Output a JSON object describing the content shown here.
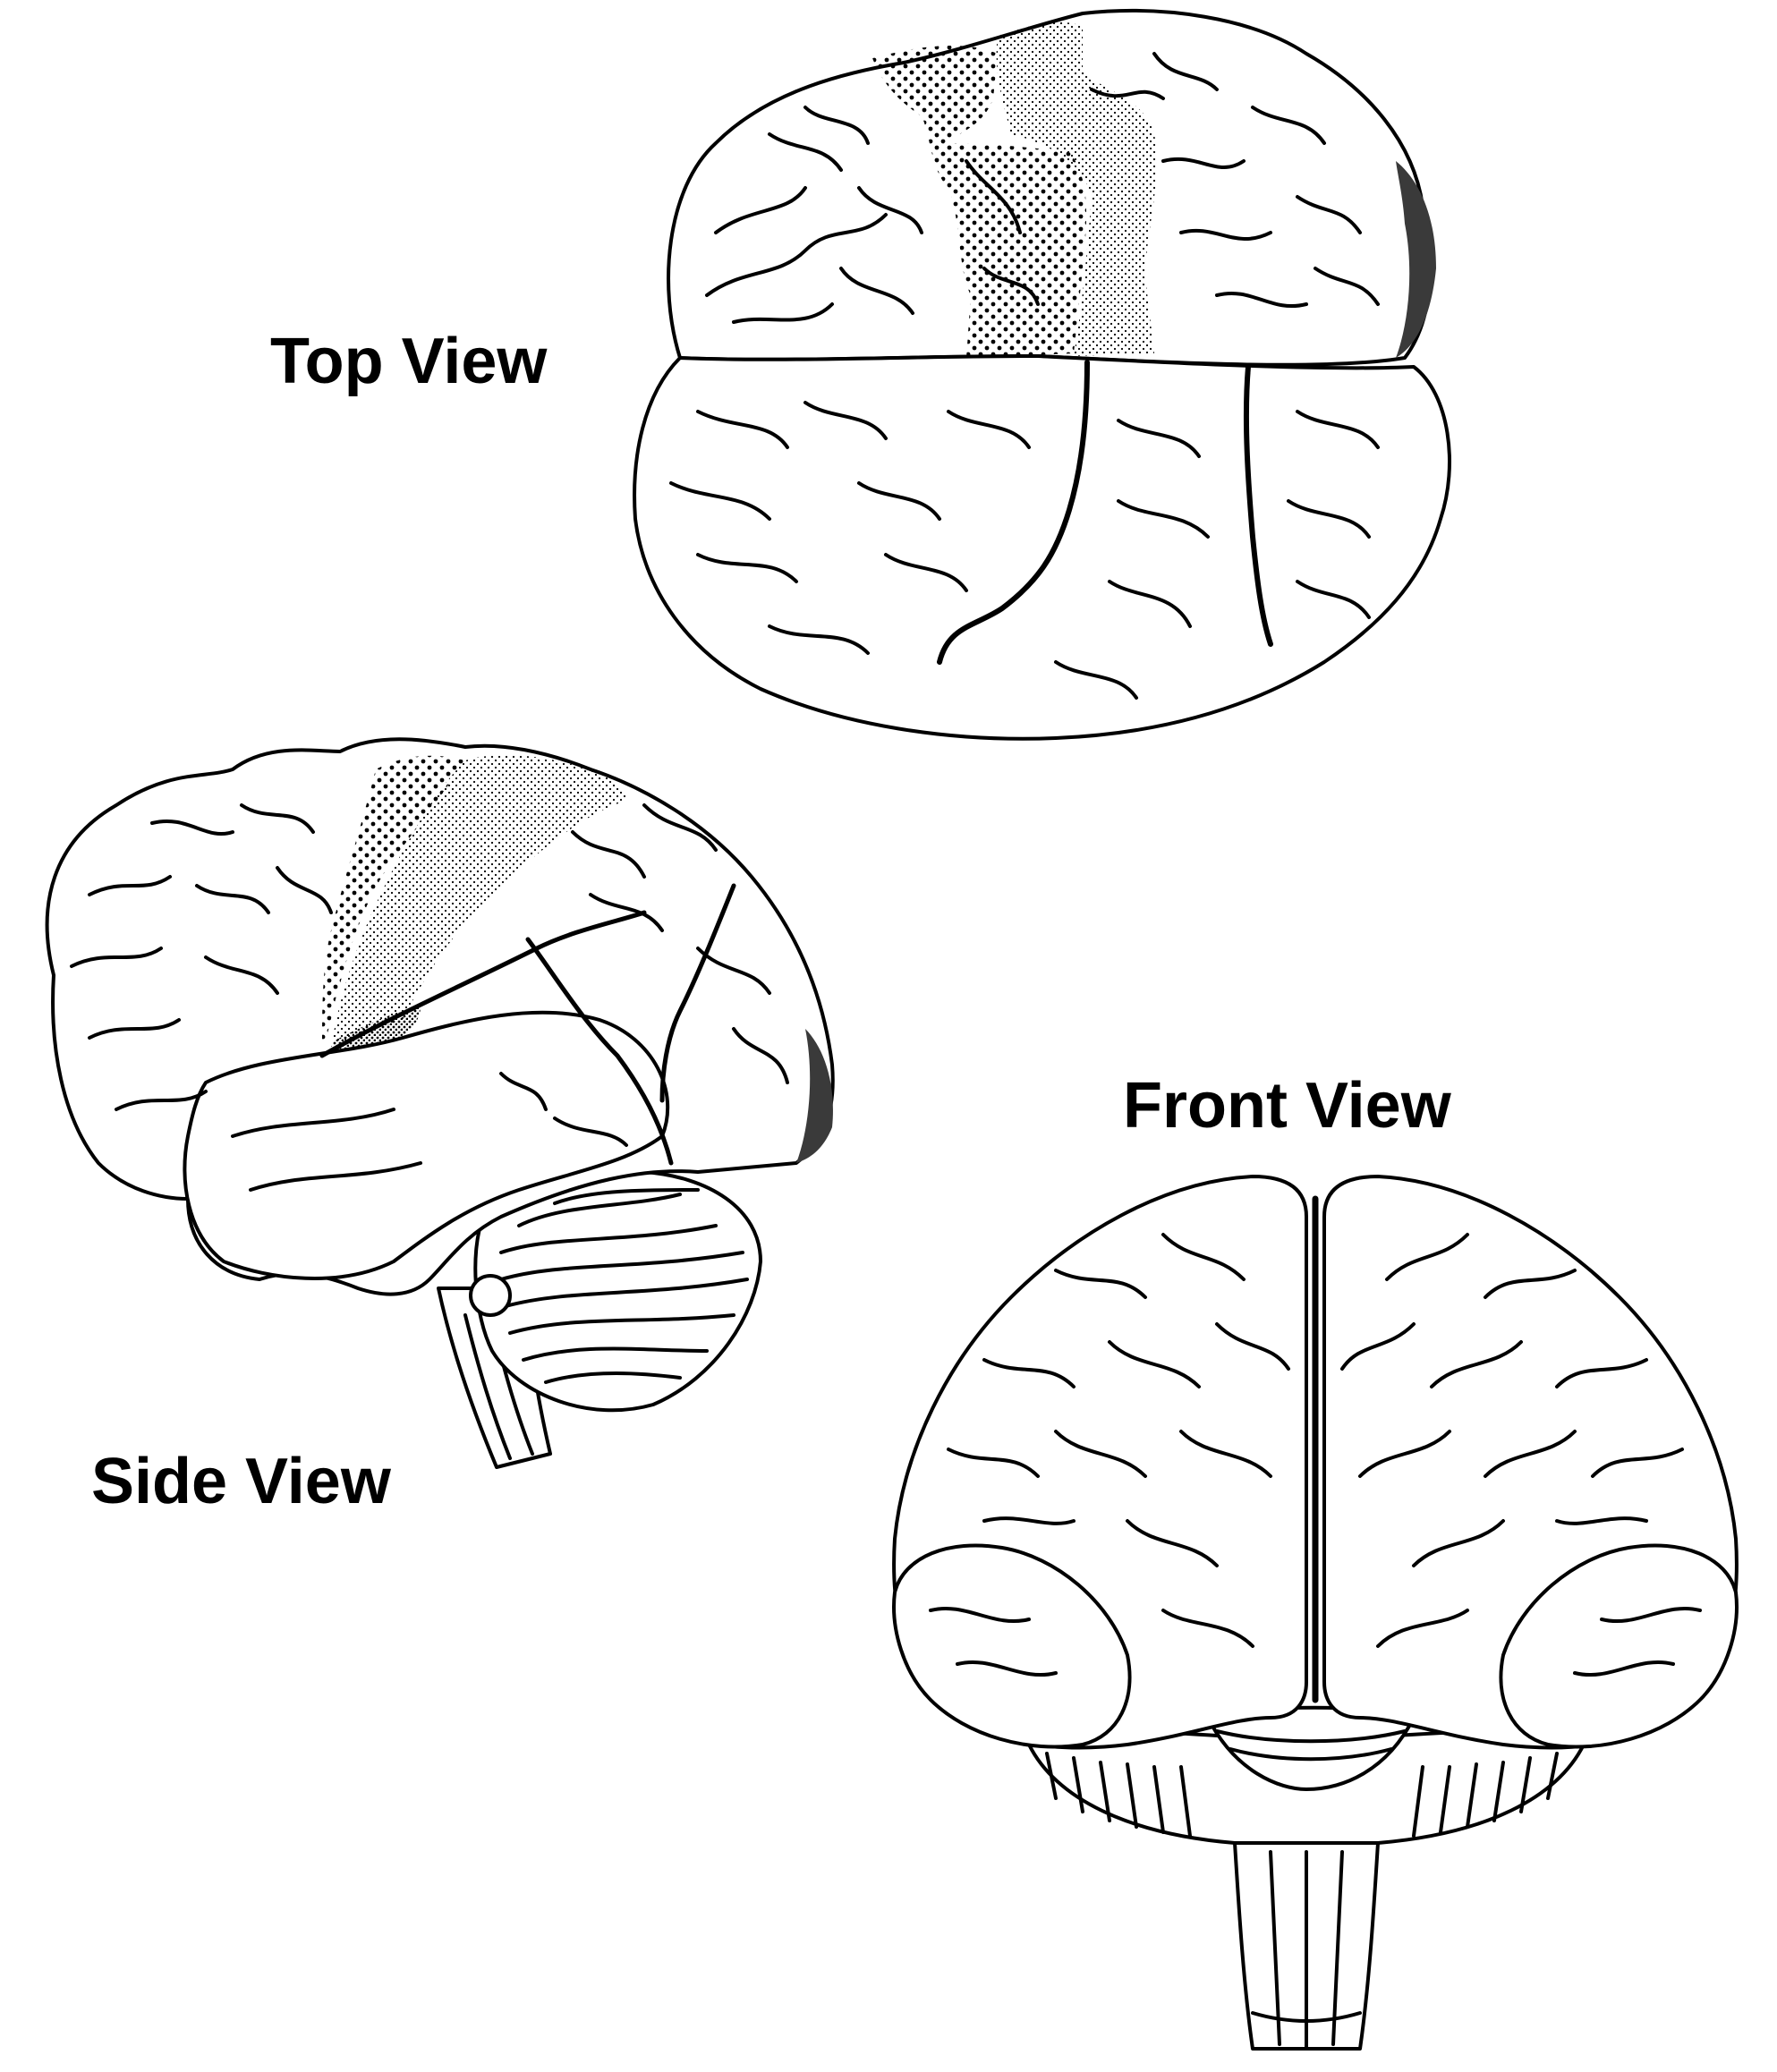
{
  "labels": {
    "top_view": "Top View",
    "side_view": "Side View",
    "front_view": "Front View"
  },
  "colors": {
    "ink": "#000000",
    "paper": "#ffffff",
    "stipple_light": "#bdbdbd",
    "stipple_dark": "#7a7a7a",
    "occipital_shade": "#3a3a3a"
  },
  "icons": {
    "top": "brain-top-view-icon",
    "side": "brain-side-view-icon",
    "front": "brain-front-view-icon"
  }
}
